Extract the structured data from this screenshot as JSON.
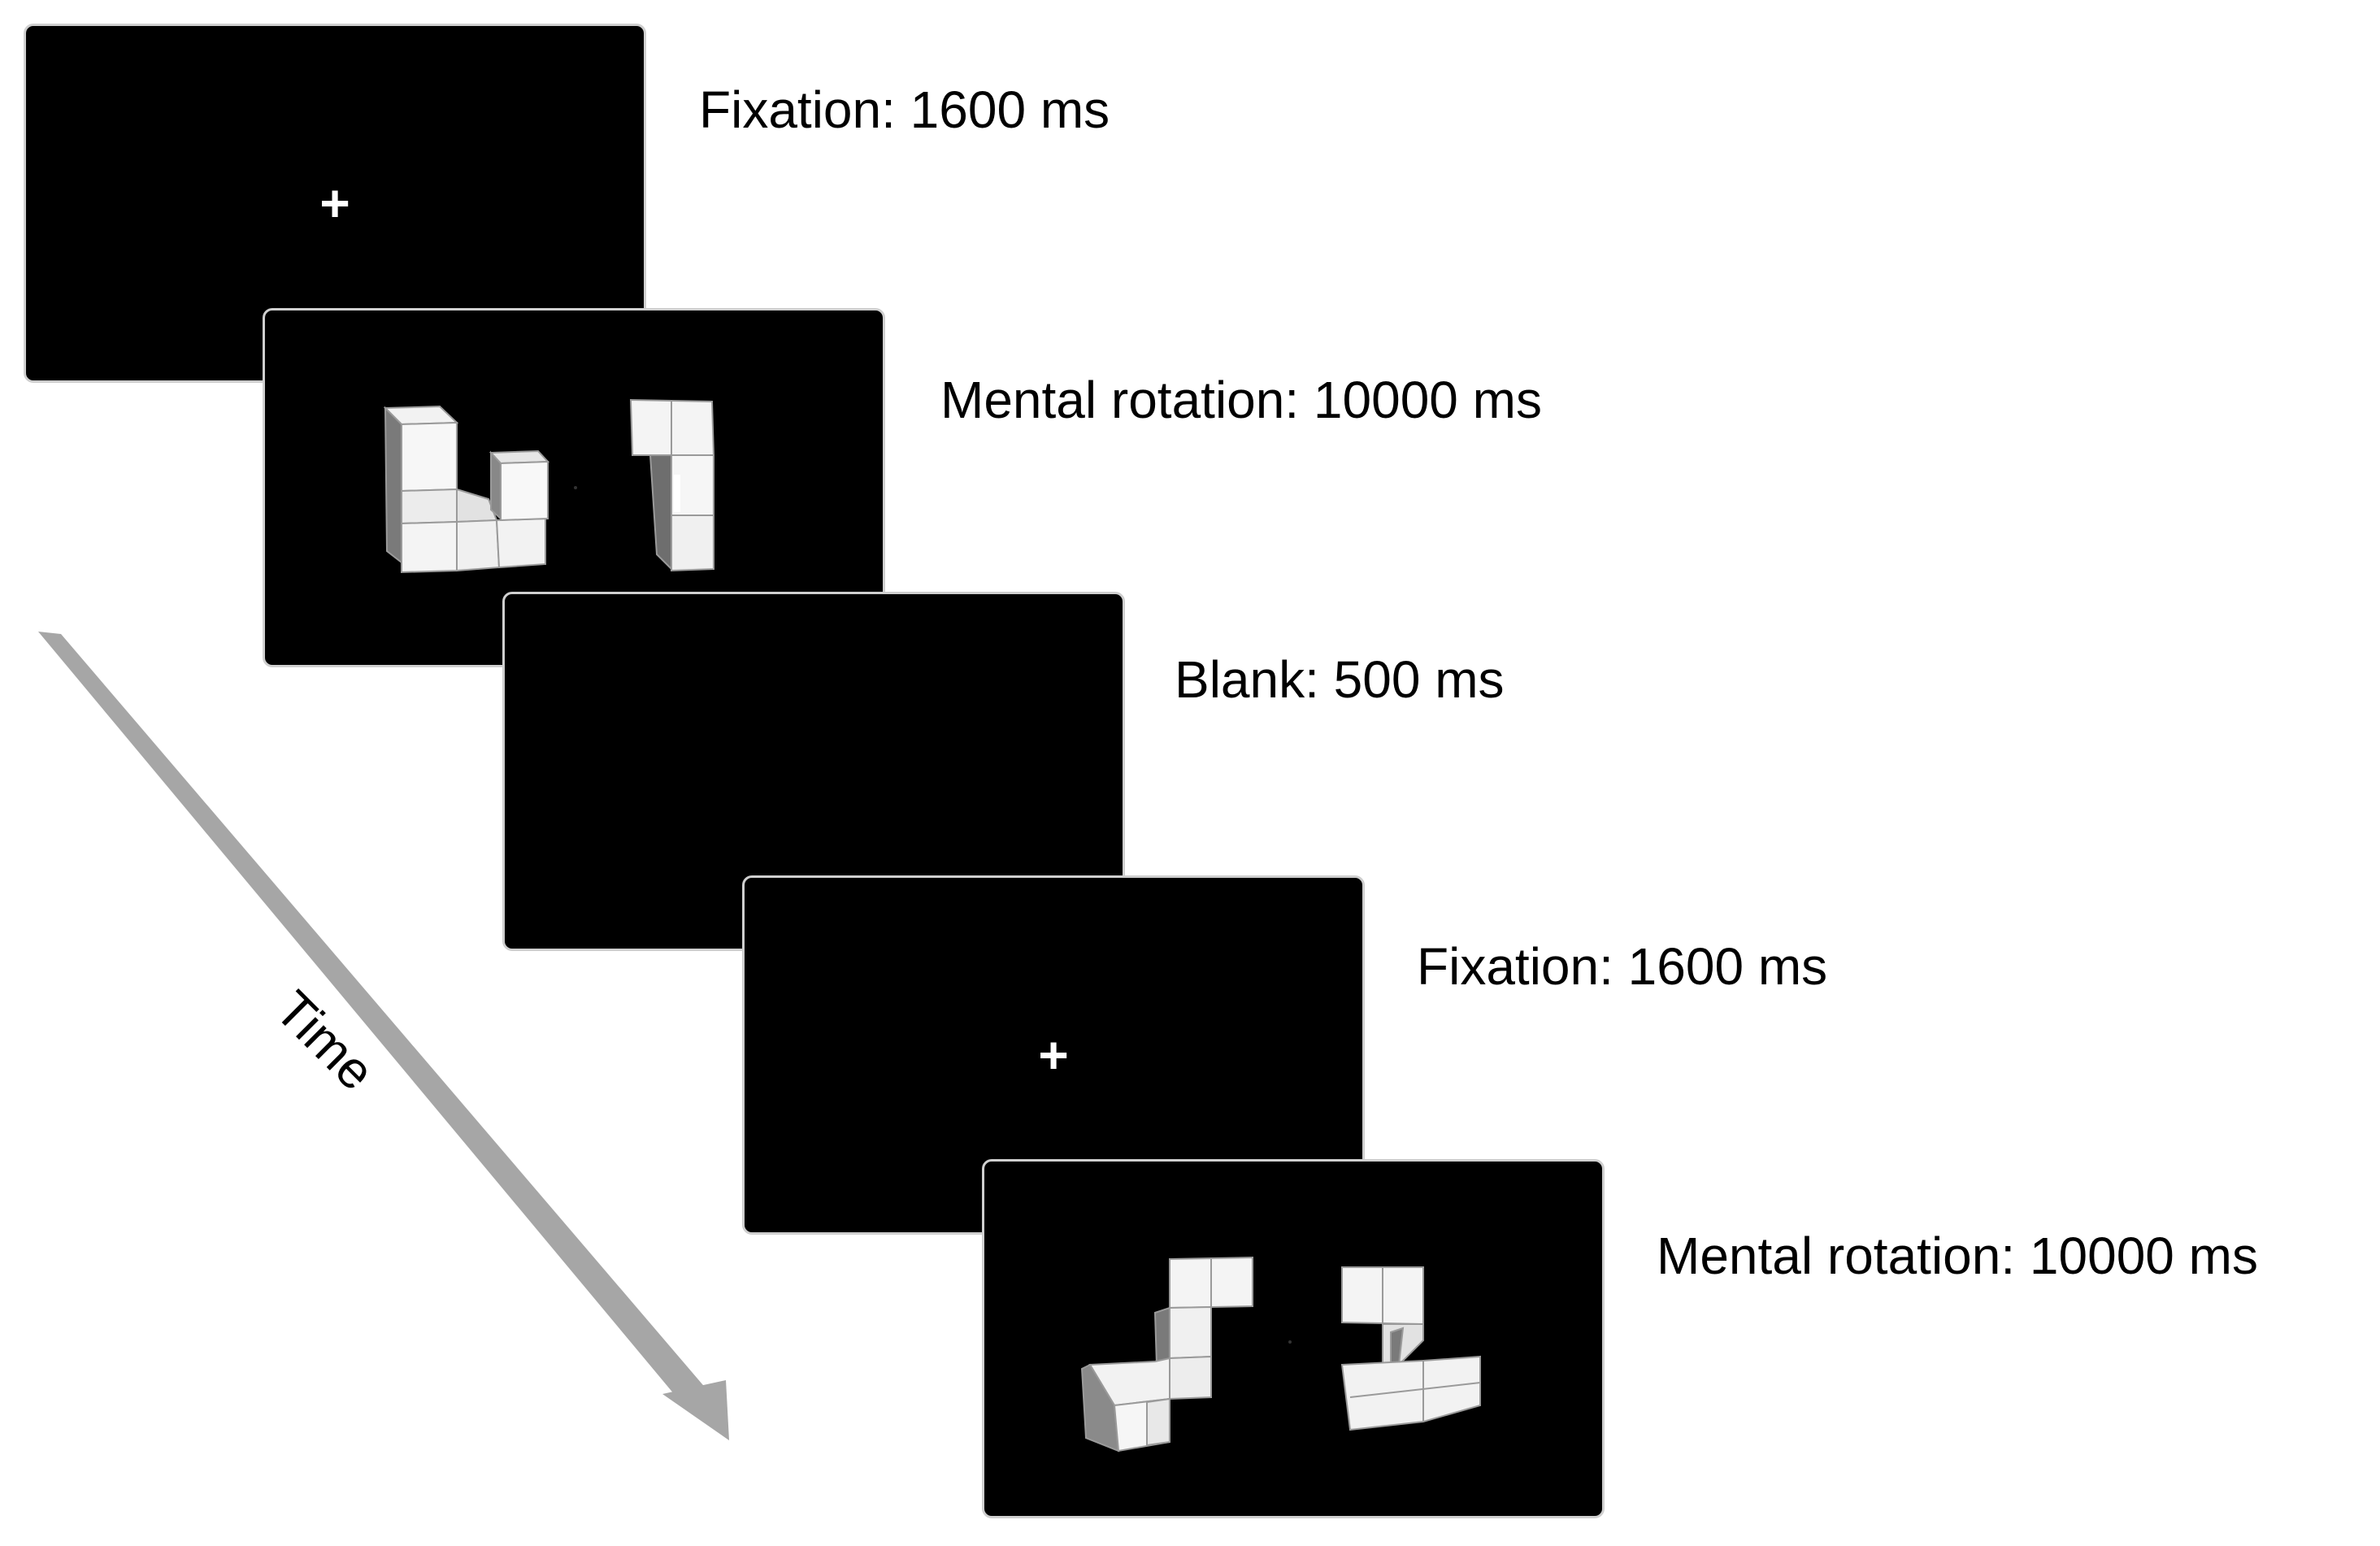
{
  "steps": [
    {
      "label": "Fixation: 1600 ms",
      "type": "fixation",
      "symbol": "+"
    },
    {
      "label": "Mental rotation: 10000 ms",
      "type": "mental-rotation"
    },
    {
      "label": "Blank: 500 ms",
      "type": "blank"
    },
    {
      "label": "Fixation: 1600 ms",
      "type": "fixation",
      "symbol": "+"
    },
    {
      "label": "Mental rotation: 10000 ms",
      "type": "mental-rotation"
    }
  ],
  "time_axis": {
    "label": "Time",
    "arrow_color": "#a6a6a6"
  },
  "colors": {
    "screen_background": "#000000",
    "screen_border": "#cfcfcf",
    "cube_light": "#f2f2f2",
    "cube_mid": "#d9d9d9",
    "cube_dark": "#7a7a7a"
  }
}
